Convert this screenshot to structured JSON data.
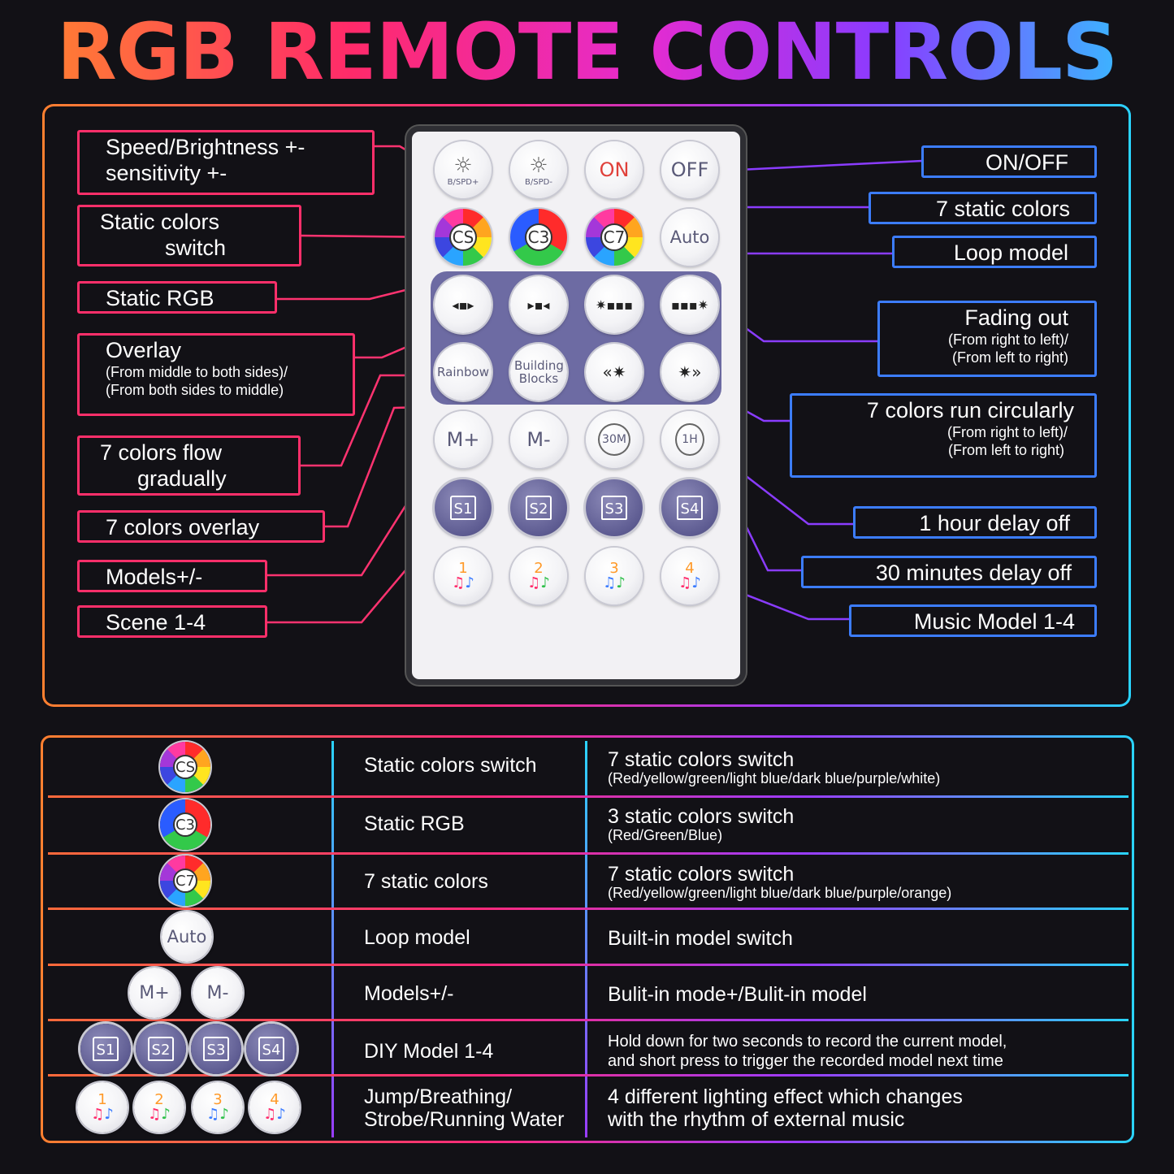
{
  "title": "RGB REMOTE CONTROLS",
  "remote": {
    "row1": [
      {
        "icon": "sun-plus-icon",
        "sub": "B/SPD+"
      },
      {
        "icon": "sun-minus-icon",
        "sub": "B/SPD-"
      },
      {
        "label": "ON"
      },
      {
        "label": "OFF"
      }
    ],
    "row2": [
      {
        "label": "CS"
      },
      {
        "label": "C3"
      },
      {
        "label": "C7"
      },
      {
        "label": "Auto"
      }
    ],
    "row3": [
      "◂▪▸",
      "▸▪◂",
      "✷▪▪▪",
      "▪▪▪✷"
    ],
    "row4": [
      "Rainbow",
      "Building Blocks",
      "«✷",
      "✷»"
    ],
    "row5": [
      "M+",
      "M-",
      "30M",
      "1H"
    ],
    "row6": [
      "S1",
      "S2",
      "S3",
      "S4"
    ],
    "row7": [
      "1",
      "2",
      "3",
      "4"
    ],
    "notes": "♫♪"
  },
  "left_labels": {
    "speed_l1": "Speed/Brightness +-",
    "speed_l2": "sensitivity +-",
    "static_switch_l1": "Static colors",
    "static_switch_l2": "switch",
    "static_rgb": "Static RGB",
    "overlay": "Overlay",
    "overlay_sub1": "(From middle to both sides)/",
    "overlay_sub2": "(From both sides to middle)",
    "flow_l1": "7 colors flow",
    "flow_l2": "gradually",
    "overlay7": "7 colors overlay",
    "models": "Models+/-",
    "scene": "Scene 1-4"
  },
  "right_labels": {
    "onoff": "ON/OFF",
    "static7": "7 static colors",
    "loop": "Loop model",
    "fading": "Fading out",
    "fading_sub1": "(From right to left)/",
    "fading_sub2": "(From left to right)",
    "run": "7 colors run circularly",
    "run_sub1": "(From right to left)/",
    "run_sub2": "(From left to right)",
    "hour": "1 hour delay off",
    "min30": "30 minutes delay off",
    "music": "Music Model 1-4"
  },
  "table": {
    "rows": [
      {
        "name": "Static colors switch",
        "desc": "7 static colors switch",
        "desc_sub": "(Red/yellow/green/light blue/dark blue/purple/white)"
      },
      {
        "name": "Static RGB",
        "desc": "3 static colors switch",
        "desc_sub": "(Red/Green/Blue)"
      },
      {
        "name": "7 static colors",
        "desc": "7 static colors switch",
        "desc_sub": "(Red/yellow/green/light blue/dark blue/purple/orange)"
      },
      {
        "name": "Loop model",
        "desc": "Built-in model switch"
      },
      {
        "name": "Models+/-",
        "desc": "Bulit-in mode+/Bulit-in model"
      },
      {
        "name": "DIY Model 1-4",
        "desc": "Hold down for two seconds to record the current model,",
        "desc2": "and short press to trigger the recorded model next time"
      },
      {
        "name": "Jump/Breathing/",
        "name2": "Strobe/Running Water",
        "desc": "4 different lighting effect which changes",
        "desc2": "with the rhythm of external music"
      }
    ],
    "icons": {
      "cs": "CS",
      "c3": "C3",
      "c7": "C7",
      "auto": "Auto",
      "mplus": "M+",
      "mminus": "M-"
    }
  },
  "colors": {
    "left_accent": "#ff2f6a",
    "right_accent": "#3c7dff",
    "panel": "#6d6ba3"
  }
}
